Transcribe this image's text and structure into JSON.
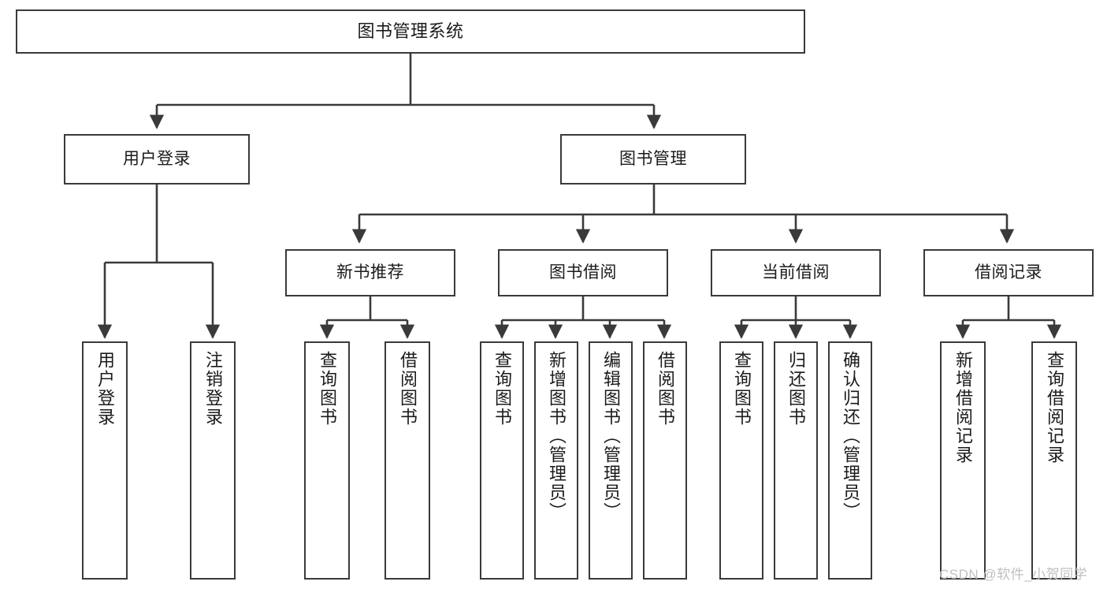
{
  "diagram": {
    "title": "图书管理系统",
    "type": "hierarchy-tree",
    "orientation": "top-down",
    "colors": {
      "box_border": "#3a3a3a",
      "box_fill": "#ffffff",
      "connector": "#3a3a3a",
      "text": "#1b1b1b",
      "watermark": "#bfbfbf",
      "background": "#ffffff"
    },
    "watermark": "CSDN @软件_小贺同学",
    "levels": [
      {
        "level": 1,
        "nodes": [
          {
            "id": "root",
            "label": "图书管理系统"
          }
        ]
      },
      {
        "level": 2,
        "nodes": [
          {
            "id": "user_login",
            "label": "用户登录",
            "parent": "root"
          },
          {
            "id": "book_mgmt",
            "label": "图书管理",
            "parent": "root"
          }
        ]
      },
      {
        "level": 3,
        "nodes": [
          {
            "id": "new_book_rec",
            "label": "新书推荐",
            "parent": "book_mgmt"
          },
          {
            "id": "book_borrow",
            "label": "图书借阅",
            "parent": "book_mgmt"
          },
          {
            "id": "current_borrow",
            "label": "当前借阅",
            "parent": "book_mgmt"
          },
          {
            "id": "borrow_record",
            "label": "借阅记录",
            "parent": "book_mgmt"
          }
        ]
      },
      {
        "level": 4,
        "nodes": [
          {
            "id": "leaf_user_login",
            "label": "用户登录",
            "parent": "user_login"
          },
          {
            "id": "leaf_user_logout",
            "label": "注销登录",
            "parent": "user_login"
          },
          {
            "id": "leaf_query_book_1",
            "label": "查询图书",
            "parent": "new_book_rec"
          },
          {
            "id": "leaf_borrow_book_1",
            "label": "借阅图书",
            "parent": "new_book_rec"
          },
          {
            "id": "leaf_query_book_2",
            "label": "查询图书",
            "parent": "book_borrow"
          },
          {
            "id": "leaf_add_book",
            "label": "新增图书（管理员）",
            "parent": "book_borrow"
          },
          {
            "id": "leaf_edit_book",
            "label": "编辑图书（管理员）",
            "parent": "book_borrow"
          },
          {
            "id": "leaf_borrow_book_2",
            "label": "借阅图书",
            "parent": "book_borrow"
          },
          {
            "id": "leaf_query_book_3",
            "label": "查询图书",
            "parent": "current_borrow"
          },
          {
            "id": "leaf_return_book",
            "label": "归还图书",
            "parent": "current_borrow"
          },
          {
            "id": "leaf_confirm_return",
            "label": "确认归还（管理员）",
            "parent": "current_borrow"
          },
          {
            "id": "leaf_add_record",
            "label": "新增借阅记录",
            "parent": "borrow_record"
          },
          {
            "id": "leaf_query_record",
            "label": "查询借阅记录",
            "parent": "borrow_record"
          }
        ]
      }
    ]
  }
}
